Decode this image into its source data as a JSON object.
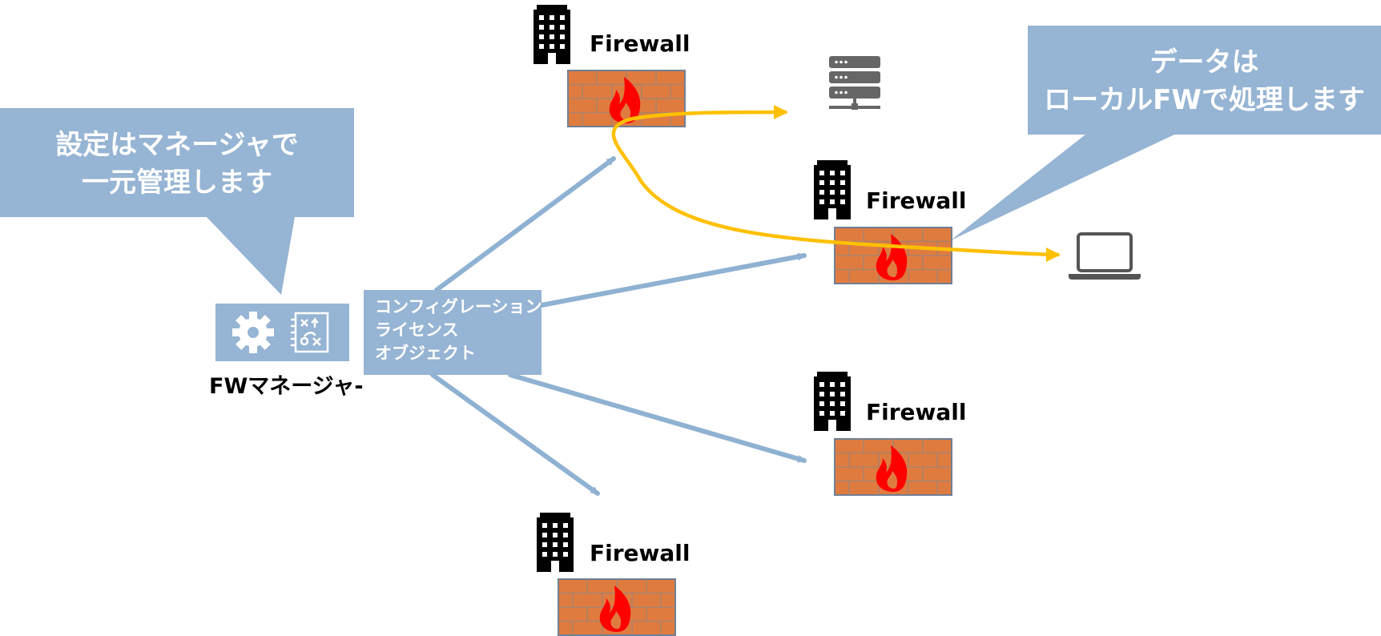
{
  "callout_left": {
    "lines": [
      "設定はマネージャで",
      "一元管理します"
    ],
    "color": "#96b4d3"
  },
  "callout_right": {
    "lines": [
      "データは",
      "ローカルFWで処理します"
    ],
    "color": "#96b4d3"
  },
  "manager": {
    "label": "FWマネージャ-",
    "icons": [
      "gear-icon",
      "strategy-board-icon"
    ]
  },
  "config_box": {
    "lines": [
      "コンフィグレーション",
      "ライセンス",
      "オブジェクト"
    ]
  },
  "firewalls": [
    {
      "id": "top",
      "label": "Firewall"
    },
    {
      "id": "mid",
      "label": "Firewall"
    },
    {
      "id": "low",
      "label": "Firewall"
    },
    {
      "id": "bottom",
      "label": "Firewall"
    }
  ],
  "endpoints": {
    "server_icon": "server-icon",
    "laptop_icon": "laptop-icon",
    "building_icon": "building-icon",
    "firewall_icon": "brick-wall-flame-icon"
  },
  "colors": {
    "callout": "#96b4d3",
    "arrow": "#8fb1d2",
    "data_flow": "#ffc000",
    "brick": "#e07b40",
    "flame": "#ff0000"
  }
}
